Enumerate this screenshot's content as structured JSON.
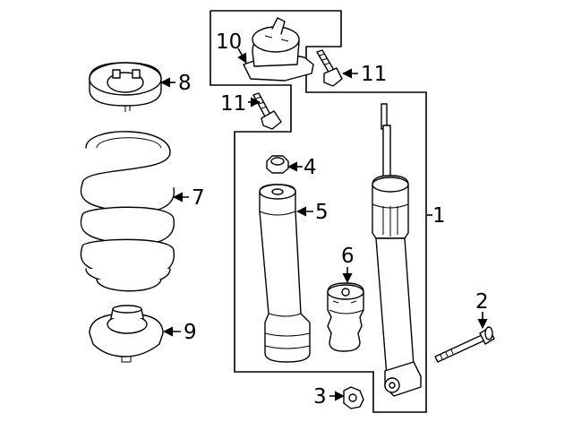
{
  "diagram": {
    "callouts": [
      {
        "id": "1",
        "label": "1"
      },
      {
        "id": "2",
        "label": "2"
      },
      {
        "id": "3",
        "label": "3"
      },
      {
        "id": "4",
        "label": "4"
      },
      {
        "id": "5",
        "label": "5"
      },
      {
        "id": "6",
        "label": "6"
      },
      {
        "id": "7",
        "label": "7"
      },
      {
        "id": "8",
        "label": "8"
      },
      {
        "id": "9",
        "label": "9"
      },
      {
        "id": "10",
        "label": "10"
      },
      {
        "id": "11a",
        "label": "11"
      },
      {
        "id": "11b",
        "label": "11"
      }
    ]
  }
}
